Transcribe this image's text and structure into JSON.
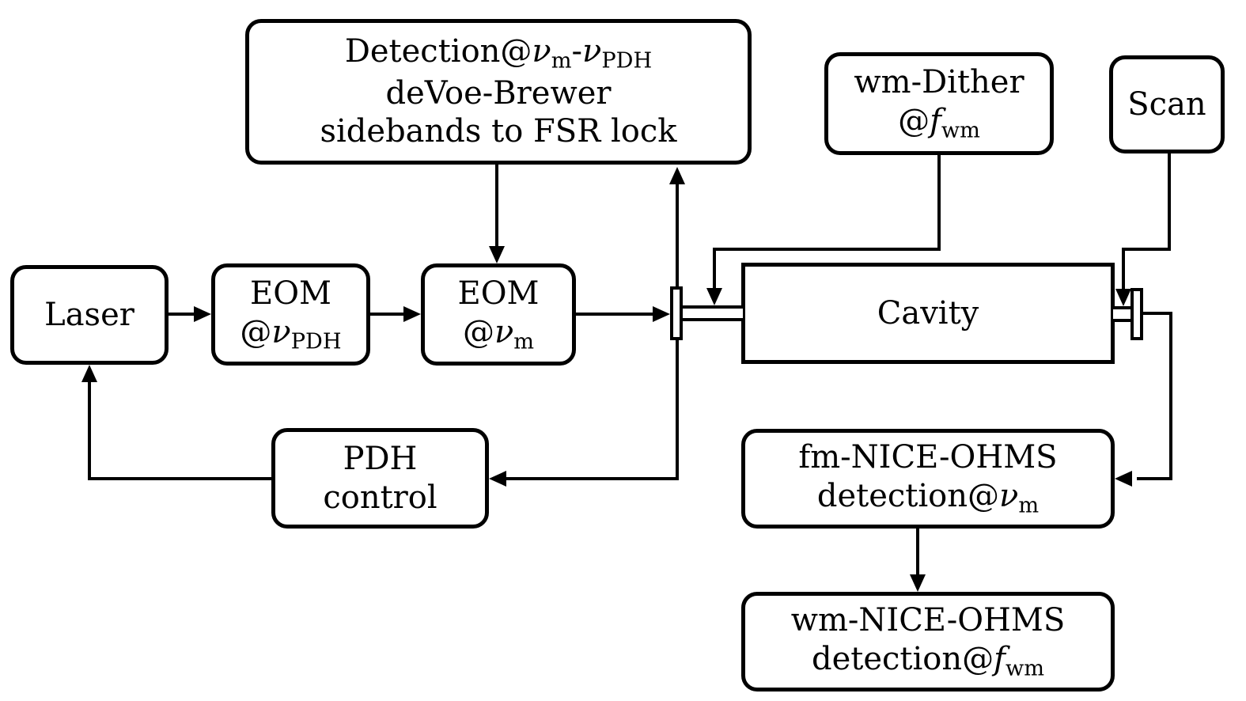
{
  "colors": {
    "ink": "#000000",
    "paper": "#ffffff"
  },
  "boxes": {
    "detection_fsr": {
      "lines": [
        [
          {
            "t": "Detection@"
          },
          {
            "t": "ν",
            "s": "i"
          },
          {
            "t": "m",
            "s": "sub"
          },
          {
            "t": "-"
          },
          {
            "t": "ν",
            "s": "i"
          },
          {
            "t": "PDH",
            "s": "sub"
          }
        ],
        [
          {
            "t": "deVoe-Brewer"
          }
        ],
        [
          {
            "t": "sidebands to FSR lock"
          }
        ]
      ]
    },
    "wm_dither": {
      "lines": [
        [
          {
            "t": "wm-Dither"
          }
        ],
        [
          {
            "t": "@"
          },
          {
            "t": "f",
            "s": "i"
          },
          {
            "t": "wm",
            "s": "sub"
          }
        ]
      ]
    },
    "scan": {
      "lines": [
        [
          {
            "t": "Scan"
          }
        ]
      ]
    },
    "laser": {
      "lines": [
        [
          {
            "t": "Laser"
          }
        ]
      ]
    },
    "eom_pdh": {
      "lines": [
        [
          {
            "t": "EOM"
          }
        ],
        [
          {
            "t": "@"
          },
          {
            "t": "ν",
            "s": "i"
          },
          {
            "t": "PDH",
            "s": "sub"
          }
        ]
      ]
    },
    "eom_m": {
      "lines": [
        [
          {
            "t": "EOM"
          }
        ],
        [
          {
            "t": "@"
          },
          {
            "t": "ν",
            "s": "i"
          },
          {
            "t": "m",
            "s": "sub"
          }
        ]
      ]
    },
    "cavity": {
      "lines": [
        [
          {
            "t": "Cavity"
          }
        ]
      ]
    },
    "pdh_control": {
      "lines": [
        [
          {
            "t": "PDH"
          }
        ],
        [
          {
            "t": "control"
          }
        ]
      ]
    },
    "fm_detection": {
      "lines": [
        [
          {
            "t": "fm-NICE-OHMS"
          }
        ],
        [
          {
            "t": "detection@"
          },
          {
            "t": "ν",
            "s": "i"
          },
          {
            "t": "m",
            "s": "sub"
          }
        ]
      ]
    },
    "wm_detection": {
      "lines": [
        [
          {
            "t": "wm-NICE-OHMS"
          }
        ],
        [
          {
            "t": "detection@"
          },
          {
            "t": "f",
            "s": "i"
          },
          {
            "t": "wm",
            "s": "sub"
          }
        ]
      ]
    }
  },
  "connections": [
    {
      "from": "laser",
      "to": "eom_pdh"
    },
    {
      "from": "eom_pdh",
      "to": "eom_m"
    },
    {
      "from": "eom_m",
      "to": "input-mirror"
    },
    {
      "from": "detection_fsr",
      "to": "eom_m"
    },
    {
      "from": "input-mirror",
      "to": "detection_fsr"
    },
    {
      "from": "input-mirror",
      "to": "pdh_control"
    },
    {
      "from": "pdh_control",
      "to": "laser"
    },
    {
      "from": "wm_dither",
      "to": "cavity-input"
    },
    {
      "from": "scan",
      "to": "output-mirror"
    },
    {
      "from": "output-mirror",
      "to": "fm_detection"
    },
    {
      "from": "fm_detection",
      "to": "wm_detection"
    }
  ]
}
